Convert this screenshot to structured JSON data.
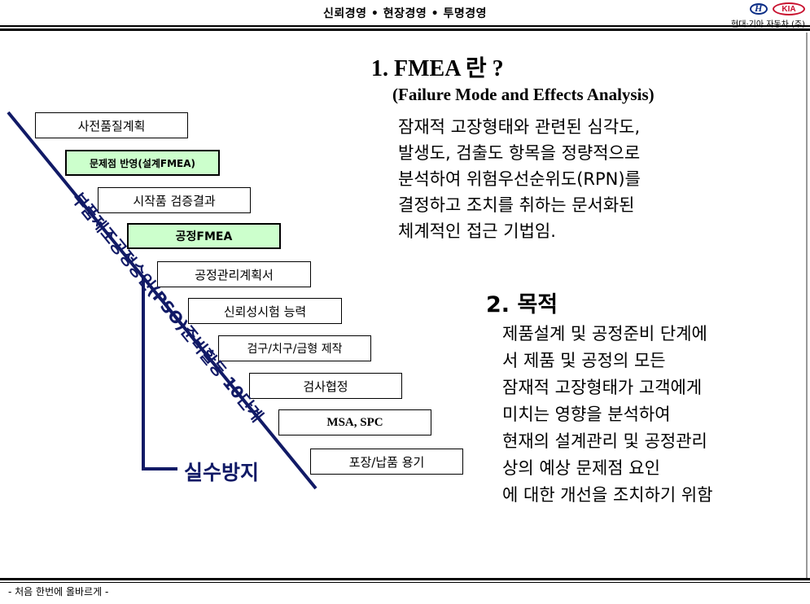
{
  "header": {
    "title": "신뢰경영 • 현장경영 • 투명경영",
    "brand_name": "현대·기아 자동차 (주)",
    "logo_text": "KIA"
  },
  "colors": {
    "navy": "#111a66",
    "highlight": "#ccffcc",
    "kia_red": "#c8102e",
    "hyundai_blue": "#0c2e86"
  },
  "steps": [
    {
      "label": "사전품질계획"
    },
    {
      "label": "문제점 반영(설계FMEA)"
    },
    {
      "label": "시작품 검증결과"
    },
    {
      "label": "공정FMEA"
    },
    {
      "label": "공정관리계획서"
    },
    {
      "label": "신뢰성시험 능력"
    },
    {
      "label": "검구/치구/금형 제작"
    },
    {
      "label": "검사협정"
    },
    {
      "label": "MSA, SPC"
    },
    {
      "label": "포장/납품 용기"
    }
  ],
  "diagonal_label": "부품제조공정승인(PSO)준비활동 10단계",
  "mistake_proofing_label": "실수방지",
  "section1": {
    "title": "1. FMEA 란 ?",
    "subtitle": "(Failure Mode and Effects Analysis)",
    "lines": [
      "잠재적 고장형태와 관련된 심각도,",
      "발생도, 검출도 항목을 정량적으로",
      "분석하여 위험우선순위도(RPN)를",
      "결정하고 조치를 취하는 문서화된",
      "체계적인 접근 기법임."
    ]
  },
  "section2": {
    "title": "2. 목적",
    "lines": [
      "제품설계 및 공정준비 단계에",
      "서 제품 및 공정의 모든",
      "잠재적 고장형태가 고객에게",
      "미치는 영향을 분석하여",
      "현재의 설계관리 및 공정관리",
      "상의 예상 문제점 요인",
      "에 대한 개선을 조치하기 위함"
    ]
  },
  "footer": {
    "text": "- 처음 한번에 올바르게 -"
  }
}
